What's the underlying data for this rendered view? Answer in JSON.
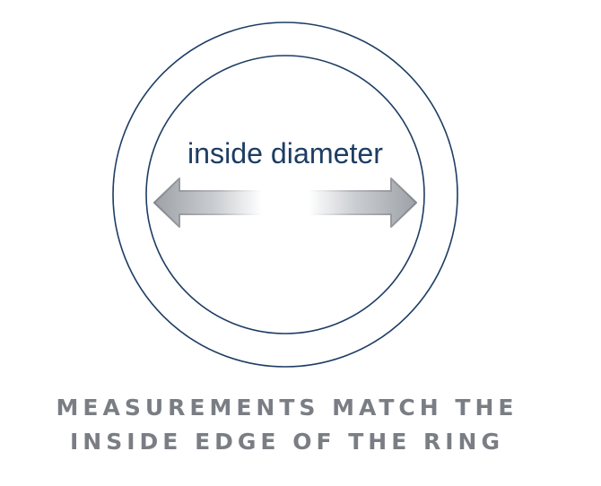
{
  "diagram": {
    "label": "inside diameter",
    "caption_line1": "MEASUREMENTS MATCH THE",
    "caption_line2": "INSIDE EDGE OF THE RING"
  },
  "colors": {
    "ring_stroke": "#1d3d63",
    "label_text": "#1d3d63",
    "caption_text": "#7a7e84",
    "arrow_fill_dark": "#a8abb0",
    "arrow_stroke": "#8a8e94"
  },
  "icons": {
    "left_arrow": "left-arrow-icon",
    "right_arrow": "right-arrow-icon"
  }
}
